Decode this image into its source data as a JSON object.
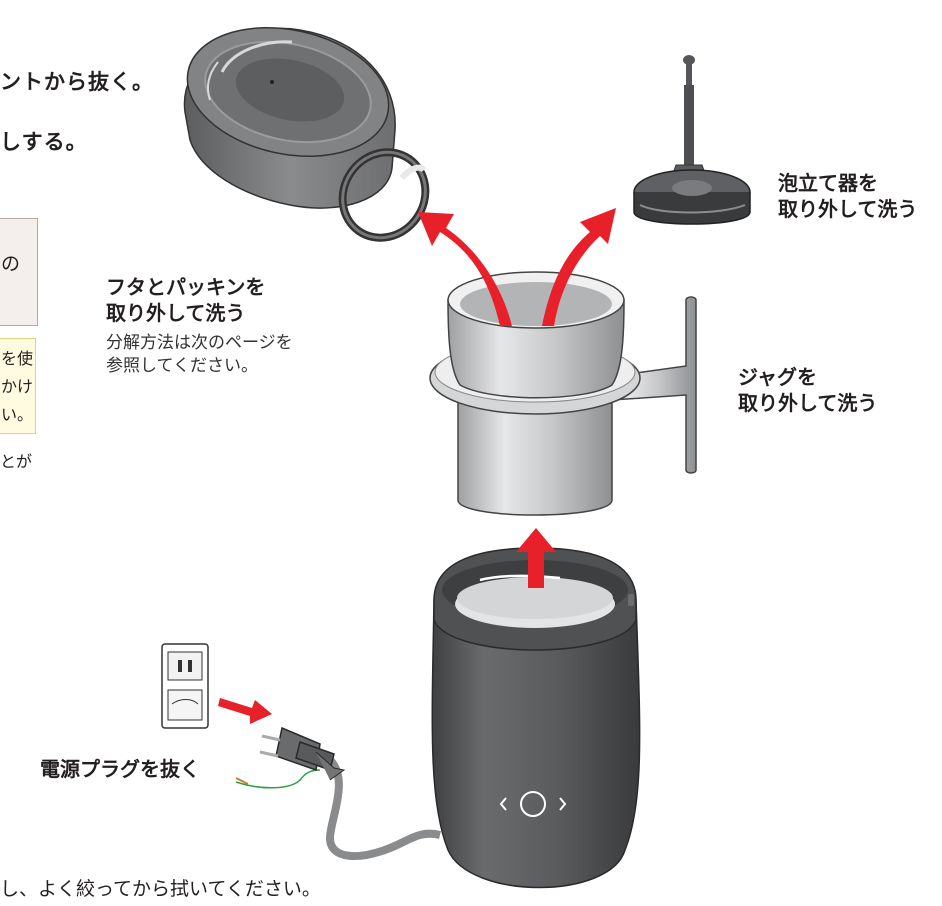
{
  "steps": {
    "step1": "ントから抜く。",
    "step2": "しする。"
  },
  "sidebar_fragments": {
    "note_char": "の",
    "warn_line1": "を使",
    "warn_line2": "かけ",
    "warn_line3": "い。",
    "extra_line": "とが"
  },
  "labels": {
    "lid": {
      "line1": "フタとパッキンを",
      "line2": "取り外して洗う",
      "sub1": "分解方法は次のページを",
      "sub2": "参照してください。"
    },
    "whisk": {
      "line1": "泡立て器を",
      "line2": "取り外して洗う"
    },
    "jug": {
      "line1": "ジャグを",
      "line2": "取り外して洗う"
    },
    "plug": "電源プラグを抜く"
  },
  "bottom_text": "し、よく絞ってから拭いてください。",
  "colors": {
    "arrow_red": "#e8202a",
    "body_dark": "#58595b",
    "steel": "#c9cacb"
  }
}
